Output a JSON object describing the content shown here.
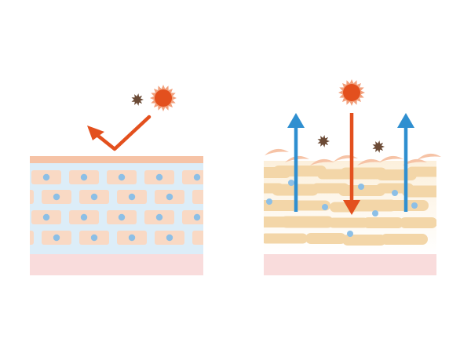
{
  "colors": {
    "background": "#ffffff",
    "healthy_top_layer": "#f6c3a6",
    "healthy_body": "#dcedf8",
    "healthy_cell": "#f9d9c4",
    "cell_nucleus": "#8cbfe6",
    "base_layer": "#f9dcdc",
    "damaged_body": "#fcf0dc",
    "damaged_cell": "#f3d6a8",
    "damaged_flake": "#f6c3a6",
    "moisture_dot": "#8cbfe6",
    "uv_arrow": "#e3501e",
    "moisture_arrow": "#2f8fd0",
    "sun": "#e3501e",
    "sun_rays": "#f2a07c",
    "dust": "#6b4a35"
  },
  "diagram": {
    "panels": [
      {
        "id": "healthy-skin",
        "state": "uv-reflected",
        "icons": [
          "sun-icon",
          "dust-particle-icon"
        ]
      },
      {
        "id": "damaged-skin",
        "state": "uv-penetrates-moisture-escapes",
        "icons": [
          "sun-icon",
          "dust-particle-icon",
          "dust-particle-icon"
        ]
      }
    ]
  }
}
